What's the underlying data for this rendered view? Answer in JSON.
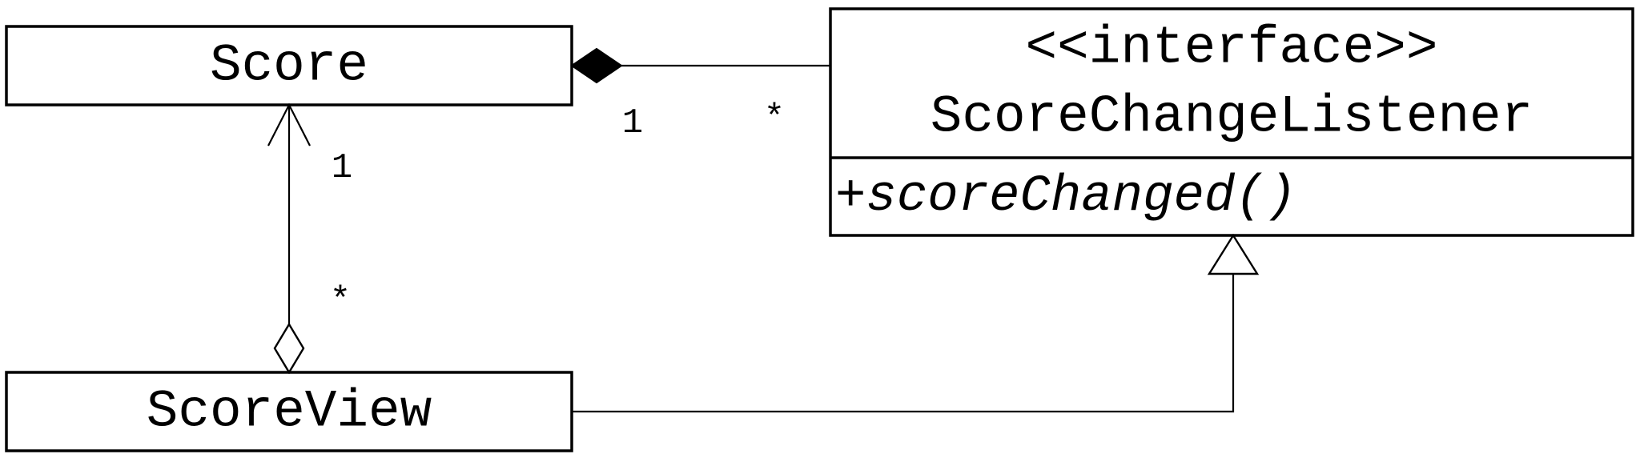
{
  "classes": {
    "score": {
      "name": "Score"
    },
    "score_view": {
      "name": "ScoreView"
    },
    "listener": {
      "stereotype": "<<interface>>",
      "name": "ScoreChangeListener",
      "operation_visibility": "+",
      "operation": "scoreChanged()"
    }
  },
  "relationships": {
    "composition": {
      "from": "ScoreChangeListener",
      "to": "Score",
      "kind": "composition",
      "multiplicity_whole": "1",
      "multiplicity_part": "*"
    },
    "aggregation": {
      "from": "Score",
      "to": "ScoreView",
      "kind": "aggregation",
      "navigable_to": "Score",
      "multiplicity_target": "1",
      "multiplicity_source": "*"
    },
    "realization": {
      "from": "ScoreView",
      "to": "ScoreChangeListener",
      "kind": "realization"
    }
  }
}
